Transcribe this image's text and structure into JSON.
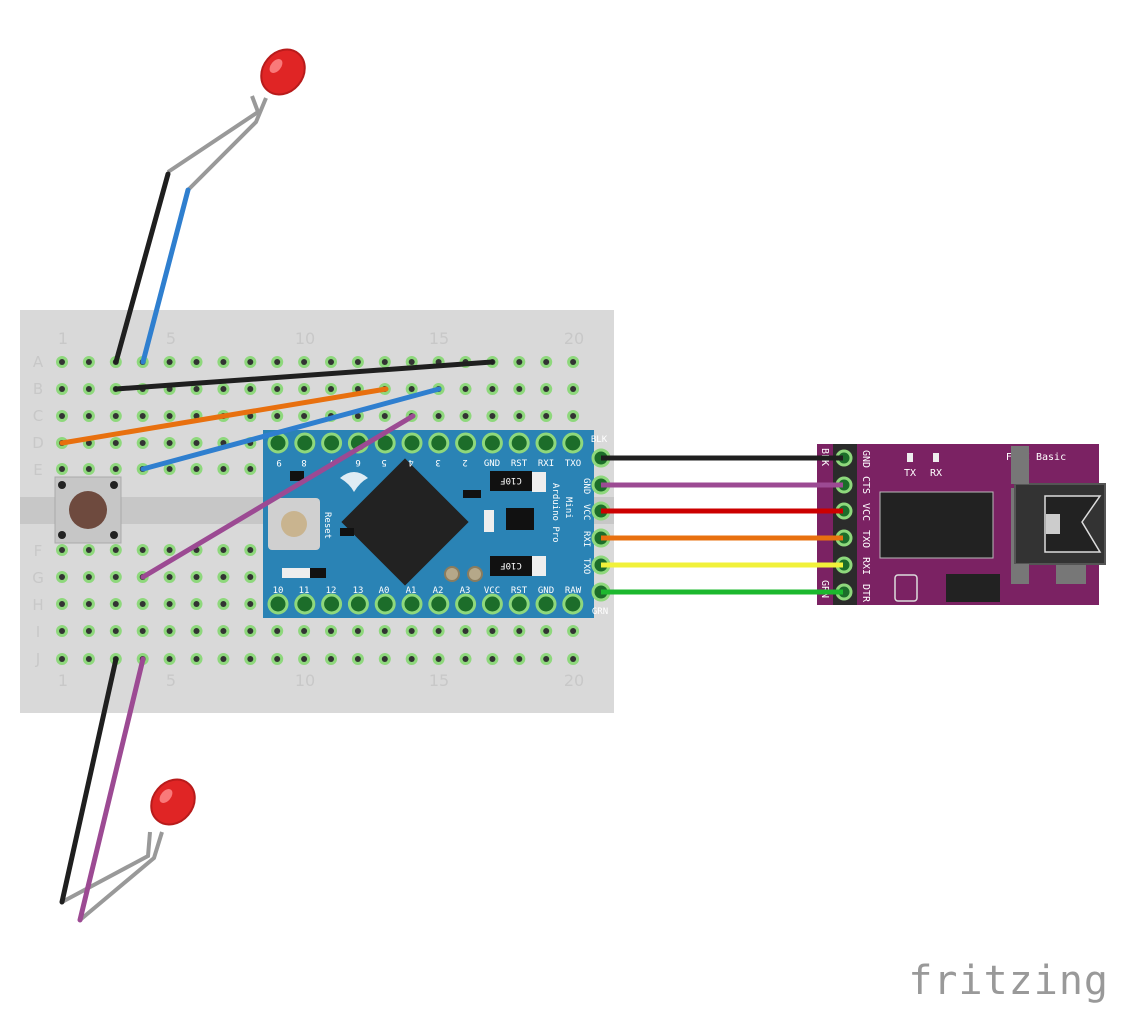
{
  "breadboard": {
    "column_numbers": [
      "1",
      "5",
      "10",
      "15",
      "20"
    ],
    "rows_top": [
      "A",
      "B",
      "C",
      "D",
      "E"
    ],
    "rows_bottom": [
      "F",
      "G",
      "H",
      "I",
      "J"
    ]
  },
  "arduino": {
    "name_line1": "Arduino Pro",
    "name_line2": "Mini",
    "reset_label": "Reset",
    "cap_label": "C10F",
    "top_pins": [
      "9",
      "8",
      "7",
      "6",
      "5",
      "4",
      "3",
      "2",
      "GND",
      "RST",
      "RXI",
      "TXO"
    ],
    "bottom_pins": [
      "10",
      "11",
      "12",
      "13",
      "A0",
      "A1",
      "A2",
      "A3",
      "VCC",
      "RST",
      "GND",
      "RAW"
    ],
    "header_pins": [
      "BLK",
      "GND",
      "VCC",
      "RXI",
      "TXO",
      "GRN"
    ]
  },
  "ftdi": {
    "title": "FTDI Basic",
    "tx_label": "TX",
    "rx_label": "RX",
    "pins": [
      "GND",
      "CTS",
      "VCC",
      "TXO",
      "RXI",
      "DTR"
    ],
    "side_labels": [
      "BLK",
      "GRN"
    ]
  },
  "colors": {
    "breadboard": "#d9d9d9",
    "arduino": "#2a83b5",
    "ftdi": "#7b2263",
    "wire_black": "#1f1f1f",
    "wire_purple": "#9c4a93",
    "wire_red": "#cc0000",
    "wire_orange": "#e8700f",
    "wire_yellow": "#f1f13a",
    "wire_green": "#1cb82e",
    "wire_blue": "#2f7fcf",
    "led": "#e02525"
  },
  "logo": "fritzing"
}
